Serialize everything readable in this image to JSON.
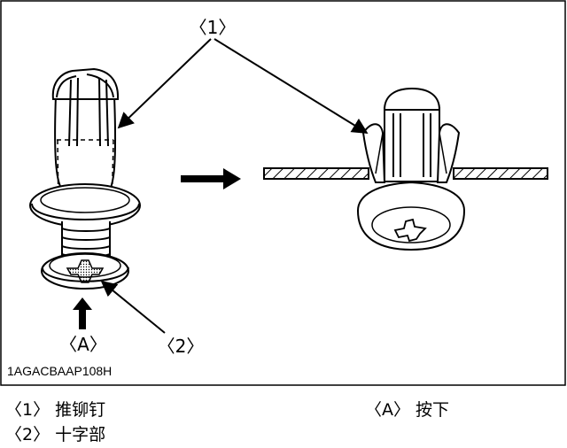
{
  "figure": {
    "code": "1AGACBAAP108H",
    "callouts": {
      "c1": "〈1〉",
      "c2": "〈2〉",
      "cA": "〈A〉"
    }
  },
  "legend": [
    {
      "key": "〈1〉",
      "text": "推铆钉"
    },
    {
      "key": "〈2〉",
      "text": "十字部"
    },
    {
      "key": "〈A〉",
      "text": "按下"
    }
  ]
}
